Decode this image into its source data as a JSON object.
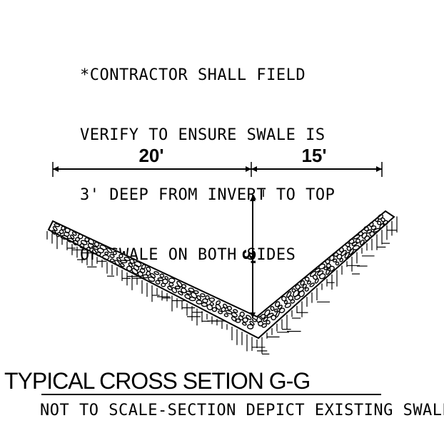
{
  "note": {
    "lines": [
      "*CONTRACTOR SHALL FIELD",
      "VERIFY TO ENSURE SWALE IS",
      "3' DEEP FROM INVERT TO TOP",
      "OF SWALE ON BOTH SIDES"
    ]
  },
  "dimensions": {
    "left_width": "20'",
    "right_width": "15'",
    "depth": "3'"
  },
  "title": "TYPICAL CROSS SETION G-G",
  "subtitle": "NOT TO SCALE-SECTION DEPICT EXISTING SWALE"
}
